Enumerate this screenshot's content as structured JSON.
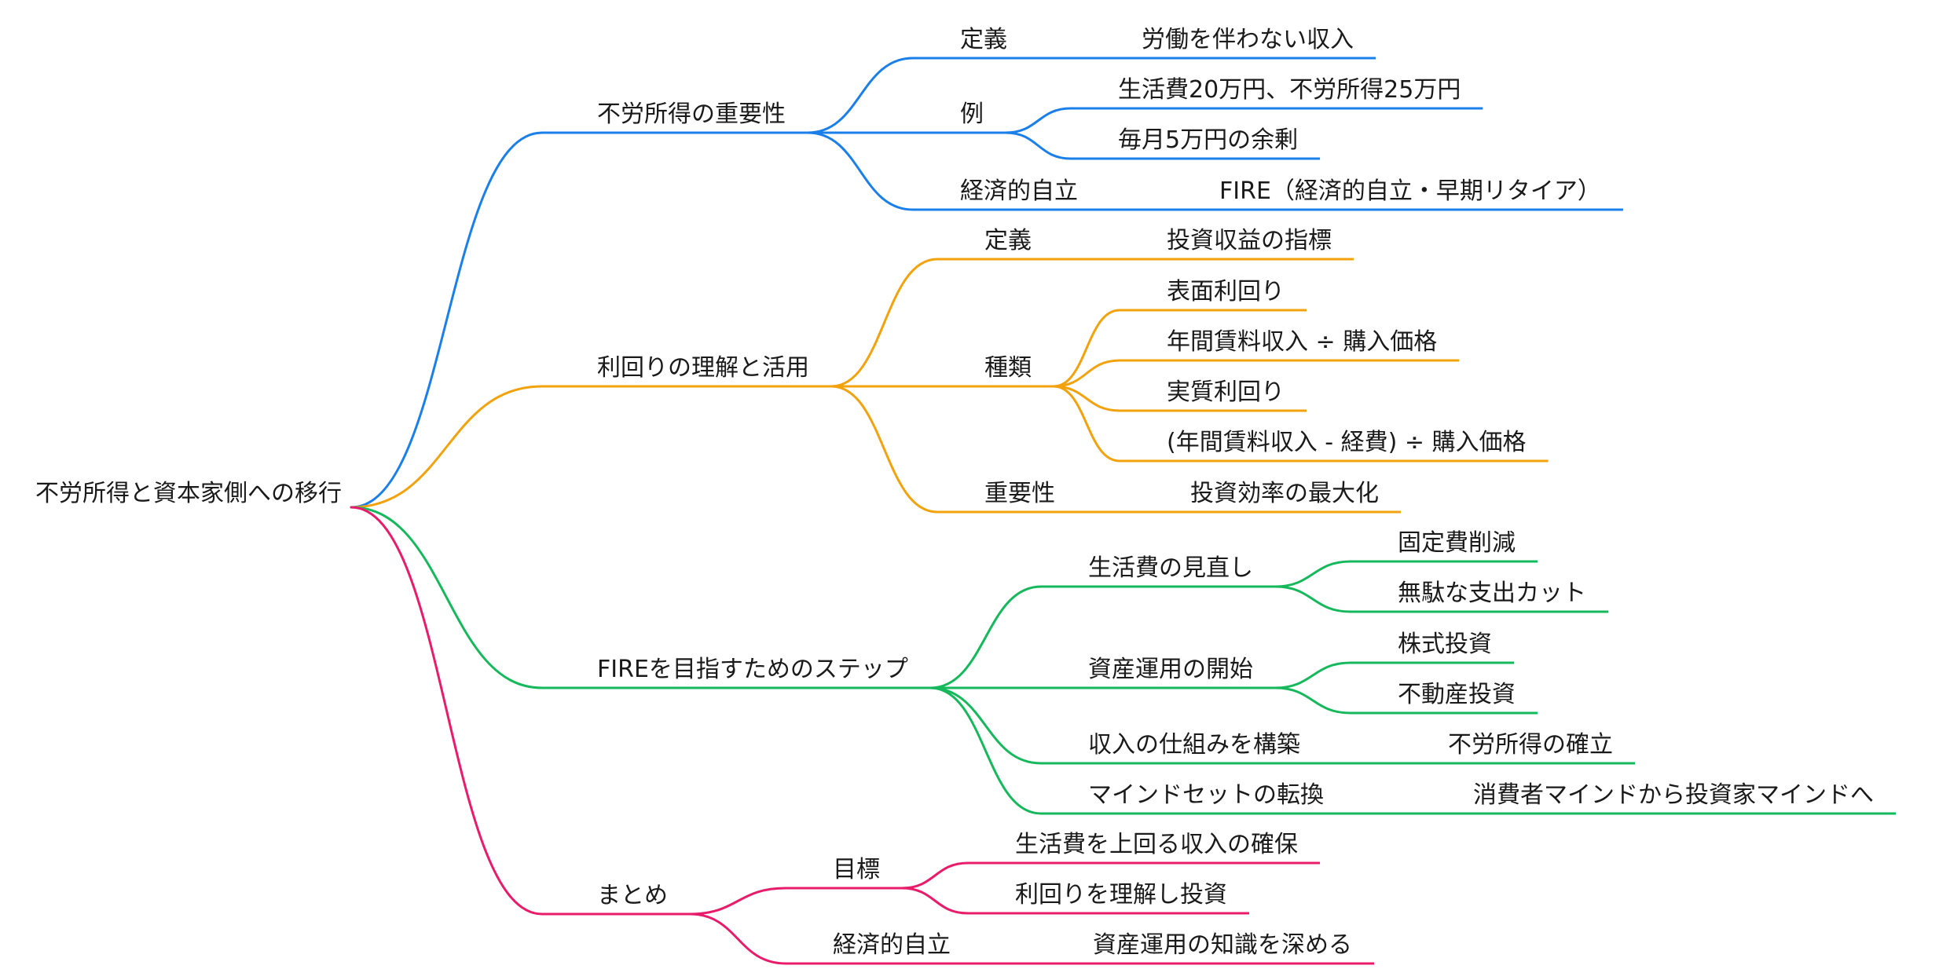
{
  "root": {
    "label": "不労所得と資本家側への移行"
  },
  "colors": {
    "blue": "#1a7fe8",
    "orange": "#f2a20c",
    "green": "#16b85c",
    "pink": "#e81c6a"
  },
  "branches": [
    {
      "label": "不労所得の重要性",
      "color": "#1a7fe8",
      "children": [
        {
          "label": "定義",
          "children": [
            {
              "label": "労働を伴わない収入"
            }
          ]
        },
        {
          "label": "例",
          "children": [
            {
              "label": "生活費20万円、不労所得25万円"
            },
            {
              "label": "毎月5万円の余剰"
            }
          ]
        },
        {
          "label": "経済的自立",
          "children": [
            {
              "label": "FIRE（経済的自立・早期リタイア）"
            }
          ]
        }
      ]
    },
    {
      "label": "利回りの理解と活用",
      "color": "#f2a20c",
      "children": [
        {
          "label": "定義",
          "children": [
            {
              "label": "投資収益の指標"
            }
          ]
        },
        {
          "label": "種類",
          "children": [
            {
              "label": "表面利回り"
            },
            {
              "label": "年間賃料収入 ÷ 購入価格"
            },
            {
              "label": "実質利回り"
            },
            {
              "label": "(年間賃料収入 - 経費) ÷ 購入価格"
            }
          ]
        },
        {
          "label": "重要性",
          "children": [
            {
              "label": "投資効率の最大化"
            }
          ]
        }
      ]
    },
    {
      "label": "FIREを目指すためのステップ",
      "color": "#16b85c",
      "children": [
        {
          "label": "生活費の見直し",
          "children": [
            {
              "label": "固定費削減"
            },
            {
              "label": "無駄な支出カット"
            }
          ]
        },
        {
          "label": "資産運用の開始",
          "children": [
            {
              "label": "株式投資"
            },
            {
              "label": "不動産投資"
            }
          ]
        },
        {
          "label": "収入の仕組みを構築",
          "children": [
            {
              "label": "不労所得の確立"
            }
          ]
        },
        {
          "label": "マインドセットの転換",
          "children": [
            {
              "label": "消費者マインドから投資家マインドへ"
            }
          ]
        }
      ]
    },
    {
      "label": "まとめ",
      "color": "#e81c6a",
      "children": [
        {
          "label": "目標",
          "children": [
            {
              "label": "生活費を上回る収入の確保"
            },
            {
              "label": "利回りを理解し投資"
            }
          ]
        },
        {
          "label": "経済的自立",
          "children": [
            {
              "label": "資産運用の知識を深める"
            }
          ]
        }
      ]
    }
  ]
}
